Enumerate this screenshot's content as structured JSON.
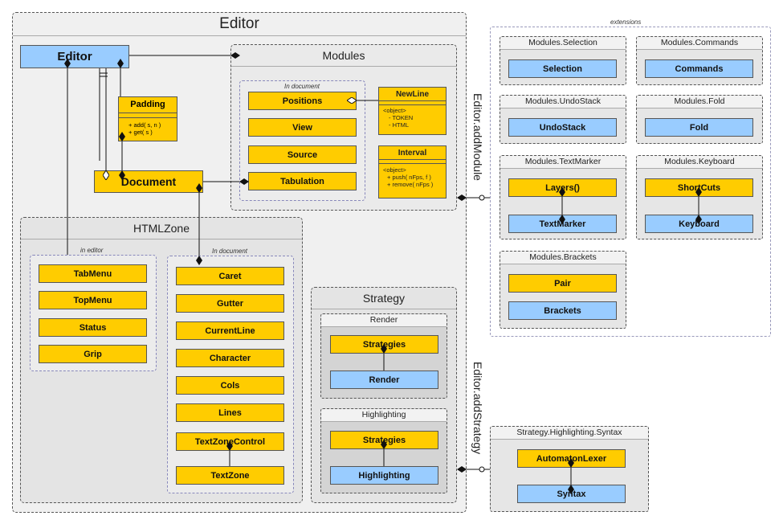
{
  "editor_pkg": {
    "title": "Editor"
  },
  "editor_class": {
    "label": "Editor"
  },
  "padding": {
    "title": "Padding",
    "methods": [
      "+ add( s, n )",
      "+ get( s )"
    ]
  },
  "document_class": {
    "label": "Document"
  },
  "modules_pkg": {
    "title": "Modules",
    "group_label": "In document",
    "items": [
      "Positions",
      "View",
      "Source",
      "Tabulation"
    ]
  },
  "newline_note": {
    "title": "NewLine",
    "lines": [
      "<object>",
      "- TOKEN",
      "- HTML"
    ]
  },
  "interval_note": {
    "title": "Interval",
    "lines": [
      "<object>",
      "+ push( nFps, f )",
      "+ remove( nFps )"
    ]
  },
  "htmlzone_pkg": {
    "title": "HTMLZone",
    "editor_group_label": "in editor",
    "editor_items": [
      "TabMenu",
      "TopMenu",
      "Status",
      "Grip"
    ],
    "doc_group_label": "In document",
    "doc_items": [
      "Caret",
      "Gutter",
      "CurrentLine",
      "Character",
      "Cols",
      "Lines",
      "TextZoneControl",
      "TextZone"
    ]
  },
  "strategy_pkg": {
    "title": "Strategy",
    "render": {
      "title": "Render",
      "items": [
        "Strategies",
        "Render"
      ]
    },
    "highlighting": {
      "title": "Highlighting",
      "items": [
        "Strategies",
        "Highlighting"
      ]
    }
  },
  "extensions": {
    "label": "extensions",
    "modules": [
      {
        "title": "Modules.Selection",
        "items": [
          "Selection"
        ]
      },
      {
        "title": "Modules.Commands",
        "items": [
          "Commands"
        ]
      },
      {
        "title": "Modules.UndoStack",
        "items": [
          "UndoStack"
        ]
      },
      {
        "title": "Modules.Fold",
        "items": [
          "Fold"
        ]
      },
      {
        "title": "Modules.TextMarker",
        "items": [
          "Layers()",
          "TextMarker"
        ]
      },
      {
        "title": "Modules.Keyboard",
        "items": [
          "ShortCuts",
          "Keyboard"
        ]
      },
      {
        "title": "Modules.Brackets",
        "items": [
          "Pair",
          "Brackets"
        ]
      }
    ]
  },
  "syntax_pkg": {
    "title": "Strategy.Highlighting.Syntax",
    "items": [
      "AutomatonLexer",
      "Syntax"
    ]
  },
  "connectors": {
    "add_module": "Editor.addModule",
    "add_strategy": "Editor.addStrategy"
  },
  "colors": {
    "interface_yellow": "#ffcc00",
    "class_blue": "#99ccff"
  }
}
